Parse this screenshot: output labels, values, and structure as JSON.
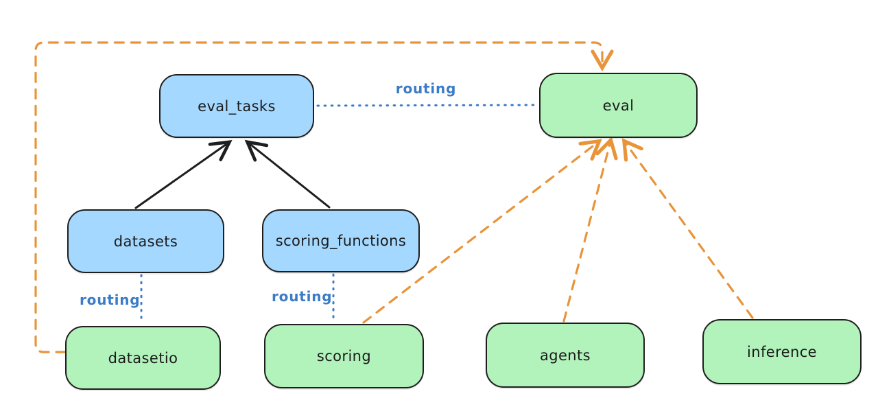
{
  "diagram": {
    "nodes": [
      {
        "id": "eval_tasks",
        "label": "eval_tasks",
        "kind": "registry"
      },
      {
        "id": "eval",
        "label": "eval",
        "kind": "provider"
      },
      {
        "id": "datasets",
        "label": "datasets",
        "kind": "registry"
      },
      {
        "id": "scoring_functions",
        "label": "scoring_functions",
        "kind": "registry"
      },
      {
        "id": "datasetio",
        "label": "datasetio",
        "kind": "provider"
      },
      {
        "id": "scoring",
        "label": "scoring",
        "kind": "provider"
      },
      {
        "id": "agents",
        "label": "agents",
        "kind": "provider"
      },
      {
        "id": "inference",
        "label": "inference",
        "kind": "provider"
      }
    ],
    "edges": [
      {
        "from": "datasets",
        "to": "eval_tasks",
        "style": "solid-black-arrow"
      },
      {
        "from": "scoring_functions",
        "to": "eval_tasks",
        "style": "solid-black-arrow"
      },
      {
        "from": "eval_tasks",
        "to": "eval",
        "style": "dotted-blue",
        "label": "routing"
      },
      {
        "from": "datasets",
        "to": "datasetio",
        "style": "dotted-blue",
        "label": "routing"
      },
      {
        "from": "scoring_functions",
        "to": "scoring",
        "style": "dotted-blue",
        "label": "routing"
      },
      {
        "from": "datasetio",
        "to": "eval",
        "style": "dashed-orange-arrow"
      },
      {
        "from": "scoring",
        "to": "eval",
        "style": "dashed-orange-arrow"
      },
      {
        "from": "agents",
        "to": "eval",
        "style": "dashed-orange-arrow"
      },
      {
        "from": "inference",
        "to": "eval",
        "style": "dashed-orange-arrow"
      }
    ],
    "edge_labels": [
      {
        "text": "routing"
      },
      {
        "text": "routing"
      },
      {
        "text": "routing"
      }
    ],
    "colors": {
      "registry_fill": "#a5d8ff",
      "provider_fill": "#b2f2bb",
      "stroke": "#1e1e1e",
      "routing_blue": "#3b7cc9",
      "orange": "#e8943a"
    }
  }
}
